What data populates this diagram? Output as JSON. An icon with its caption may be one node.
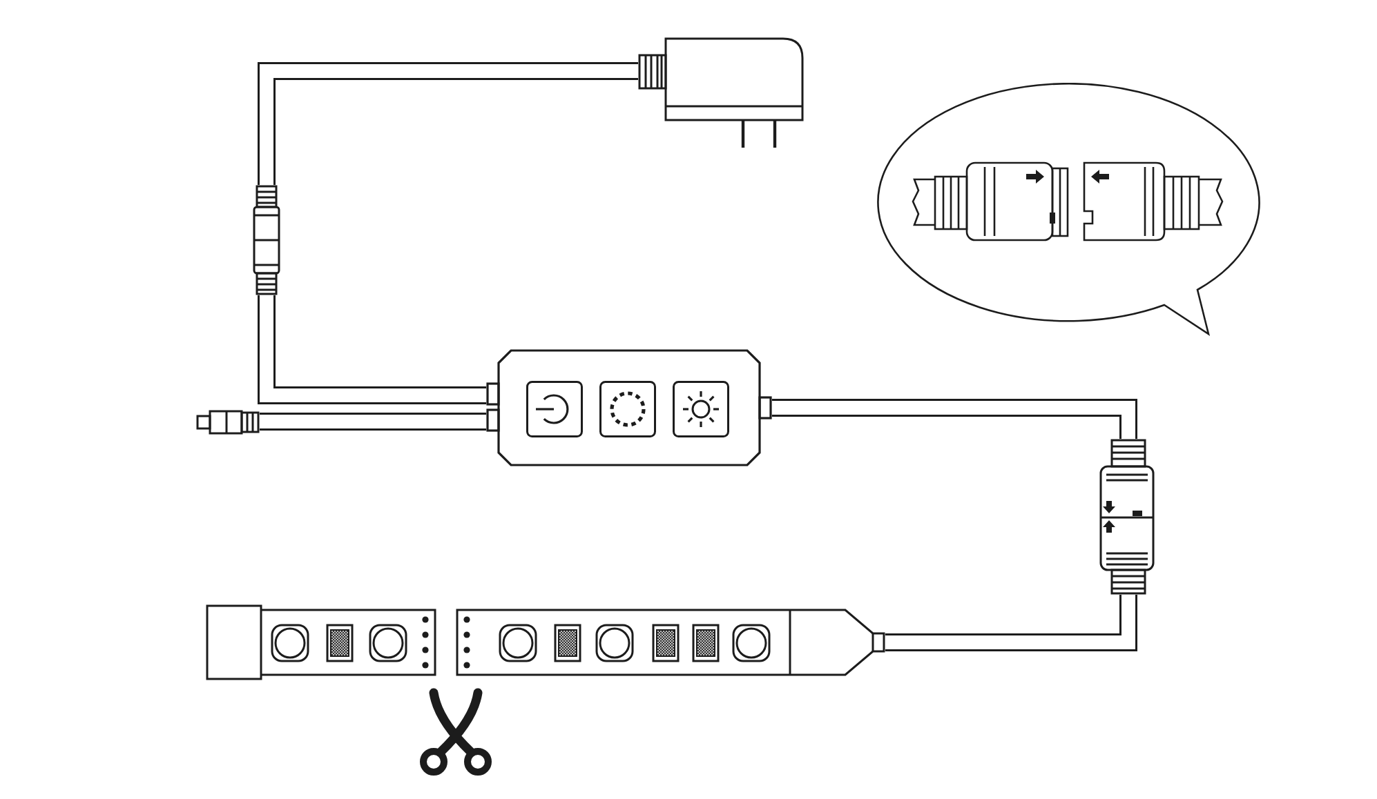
{
  "diagram": {
    "nodes": [
      {
        "text": [],
        "shape": "picture"
      },
      {
        "text": [],
        "shape": "picture"
      },
      {
        "text": [],
        "shape": "box"
      },
      {
        "text": [],
        "shape": "picture"
      },
      {
        "text": [],
        "shape": "picture"
      },
      {
        "text": [],
        "shape": "bar"
      },
      {
        "text": [],
        "shape": "bar"
      },
      {
        "text": [],
        "shape": "picture"
      }
    ],
    "edges": [
      {
        "from": 0,
        "to": 1,
        "arrow": "none"
      },
      {
        "from": 1,
        "to": 2,
        "arrow": "none"
      },
      {
        "from": 3,
        "to": 2,
        "arrow": "none"
      },
      {
        "from": 2,
        "to": 4,
        "arrow": "none"
      },
      {
        "from": 4,
        "to": 6,
        "arrow": "none"
      }
    ]
  }
}
